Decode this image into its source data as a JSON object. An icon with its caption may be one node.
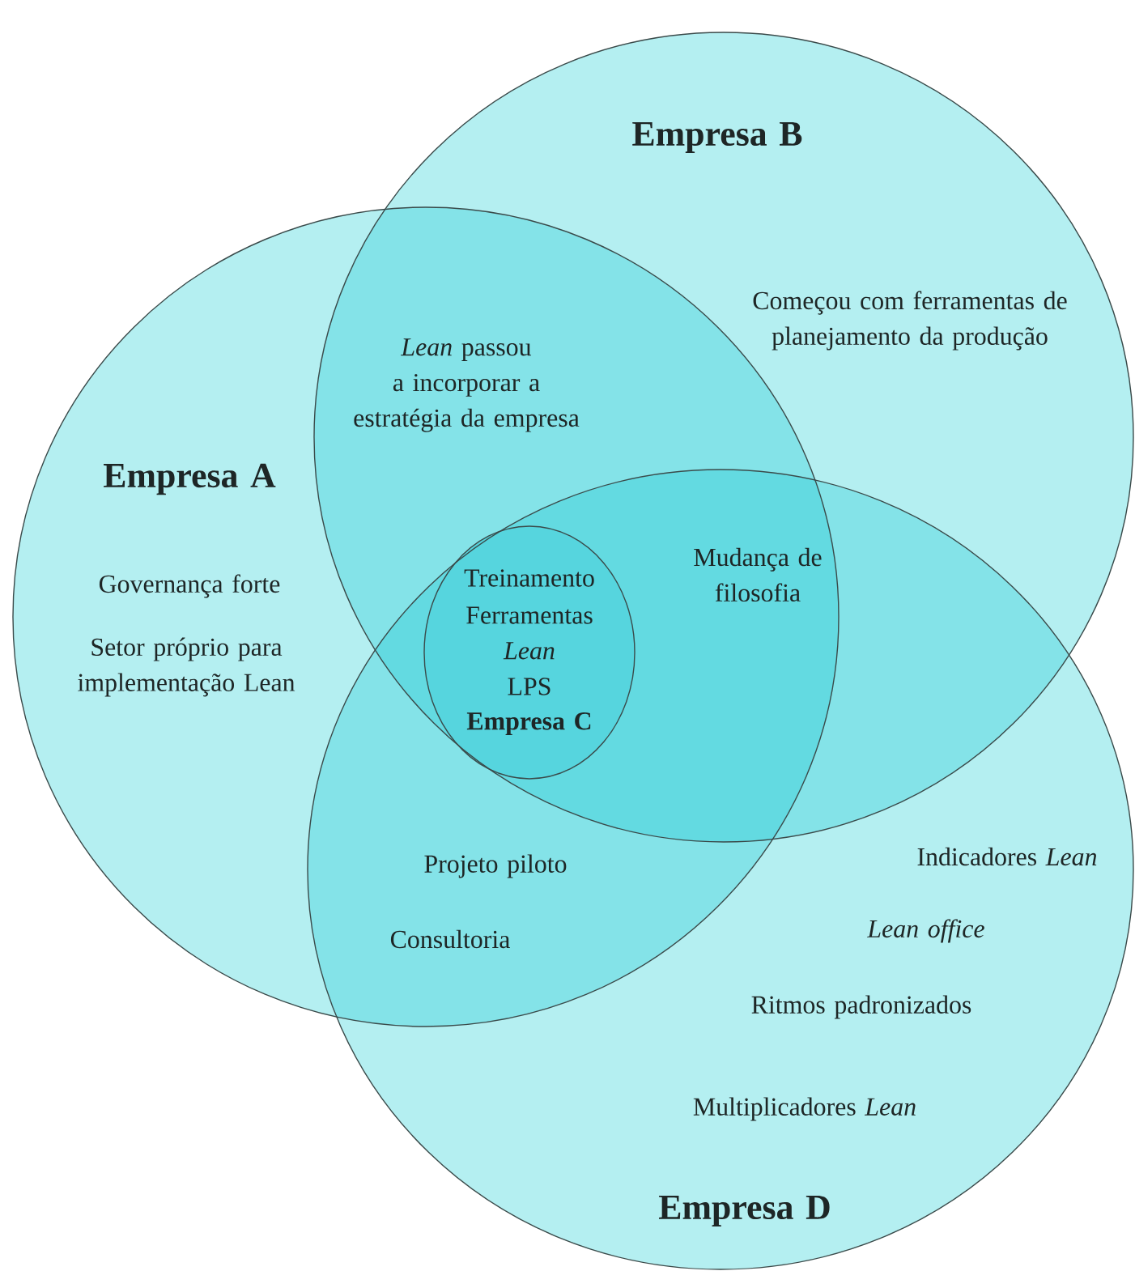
{
  "diagram": {
    "nodes": [
      {
        "text": [
          "Empresa B",
          "Começou com ferramentas de planejamento da produção"
        ]
      },
      {
        "text": [
          "Empresa A",
          "Governança forte",
          "Setor próprio para implementação Lean"
        ]
      },
      {
        "text": [
          "Treinamento",
          "Ferramentas *Lean*",
          "LPS",
          "Empresa C"
        ]
      },
      {
        "text": [
          "Empresa D",
          "Indicadores *Lean*",
          "Lean office",
          "Ritmos padronizados",
          "Multiplicadores *Lean*"
        ]
      }
    ],
    "labels": [
      "*Lean* passou a incorporar a estratégia da empresa",
      "Mudança de filosofia",
      "Projeto piloto",
      "Consultoria"
    ]
  }
}
